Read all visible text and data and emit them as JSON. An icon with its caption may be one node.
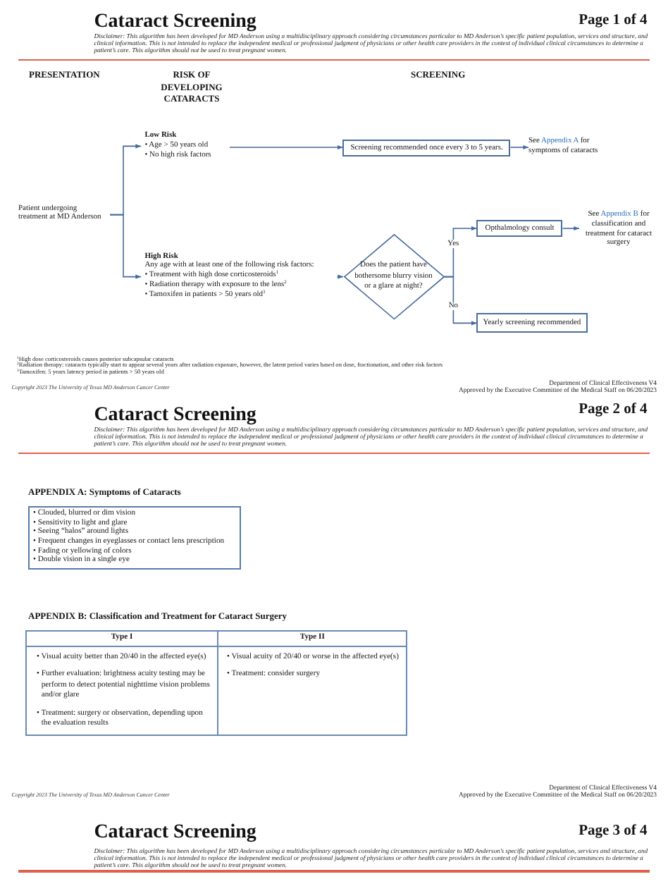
{
  "diagram": {
    "title": "Cataract Screening",
    "nodes": [
      {
        "text": [
          "Patient undergoing treatment at MD Anderson"
        ]
      },
      {
        "text": [
          "Low Risk",
          "• Age > 50 years old",
          "• No high risk factors"
        ]
      },
      {
        "text": [
          "High Risk",
          "Any age with at least one of the following risk factors:",
          "• Treatment with high dose corticosteroids$^{1}$",
          "• Radiation therapy with exposure to the lens$^{2}$",
          "• Tamoxifen in patients > 50 years old$^{3}$"
        ]
      },
      {
        "text": [
          "Screening recommended once every 3 to 5 years."
        ]
      },
      {
        "text": [
          "See *Appendix A* for symptoms of cataracts"
        ]
      },
      {
        "text": [
          "Does the patient have bothersome blurry vision or a glare at night?"
        ]
      },
      {
        "text": [
          "Opthalmology consult"
        ]
      },
      {
        "text": [
          "See *Appendix B* for classification and treatment for cataract surgery"
        ]
      },
      {
        "text": [
          "Yearly screening recommended"
        ]
      },
      {
        "text": [
          "APPENDIX A: Symptoms of Cataracts",
          "• Clouded, blurred or dim vision",
          "• Sensitivity to light and glare",
          "• Seeing “halos” around lights",
          "• Frequent changes in eyeglasses or contact lens prescription",
          "• Fading or yellowing of colors",
          "• Double vision in a single eye"
        ]
      }
    ],
    "edges": [
      {
        "from": 0,
        "to": 1,
        "arrow": "to"
      },
      {
        "from": 0,
        "to": 2,
        "arrow": "to"
      },
      {
        "from": 1,
        "to": 3,
        "arrow": "to"
      },
      {
        "from": 3,
        "to": 4,
        "arrow": "to"
      },
      {
        "from": 2,
        "to": 5,
        "arrow": "to"
      },
      {
        "from": 5,
        "to": 6,
        "arrow": "to",
        "label": "Yes"
      },
      {
        "from": 6,
        "to": 7,
        "arrow": "to"
      },
      {
        "from": 5,
        "to": 8,
        "arrow": "to",
        "label": "No"
      }
    ],
    "labels": [
      "Page 1 of 4",
      "Disclaimer: This algorithm has been developed for MD Anderson using a multidisciplinary approach considering circumstances particular to MD Anderson’s specific patient population, services and structure, and clinical information. This is not intended to replace the independent medical or professional judgment of physicians or other health care providers in the context of individual clinical circumstances to determine a patient’s care. This algorithm should not be used to treat pregnant women.",
      "PRESENTATION",
      "RISK OF DEVELOPING CATARACTS",
      "SCREENING",
      "$^{1}$High dose corticosteroids causes posterior subcapsular cataracts",
      "$^{2}$Radiation therapy: cataracts typically start to appear several years after radiation exposure, however, the latent period varies based on dose, fractionation, and other risk factors",
      "$^{3}$Tamoxifen: 5 years latency period in patients > 50 years old",
      "Copyright 2023 The University of Texas MD Anderson Cancer Center",
      "Department of Clinical Effectiveness V4",
      "Approved by the Executive Committee of the Medical Staff on 06/20/2023",
      "Cataract Screening",
      "Page 2 of 4",
      "Disclaimer: This algorithm has been developed for MD Anderson using a multidisciplinary approach considering circumstances particular to MD Anderson’s specific patient population, services and structure, and clinical information. This is not intended to replace the independent medical or professional judgment of physicians or other health care providers in the context of individual clinical circumstances to determine a patient’s care. This algorithm should not be used to treat pregnant women.",
      "APPENDIX B: Classification and Treatment for Cataract Surgery",
      "Type I",
      "Type II",
      "• Visual acuity better than 20/40 in the affected eye(s)",
      "• Further evaluation: brightness acuity testing may be perform to detect potential nighttime vision problems and/or glare",
      "• Treatment: surgery or observation, depending upon the evaluation results",
      "• Visual acuity of 20/40 or worse in the affected eye(s)",
      "• Treatment: consider surgery",
      "Copyright 2023 The University of Texas MD Anderson Cancer Center",
      "Department of Clinical Effectiveness V4",
      "Approved by the Executive Committee of the Medical Staff on 06/20/2023",
      "Cataract Screening",
      "Page 3 of 4",
      "Disclaimer: This algorithm has been developed for MD Anderson using a multidisciplinary approach considering circumstances particular to MD Anderson’s specific patient population, services and structure, and clinical information. This is not intended to replace the independent medical or professional judgment of physicians or other health care providers in the context of individual clinical circumstances to determine a patient’s care. This algorithm should not be used to treat pregnant women."
    ]
  }
}
